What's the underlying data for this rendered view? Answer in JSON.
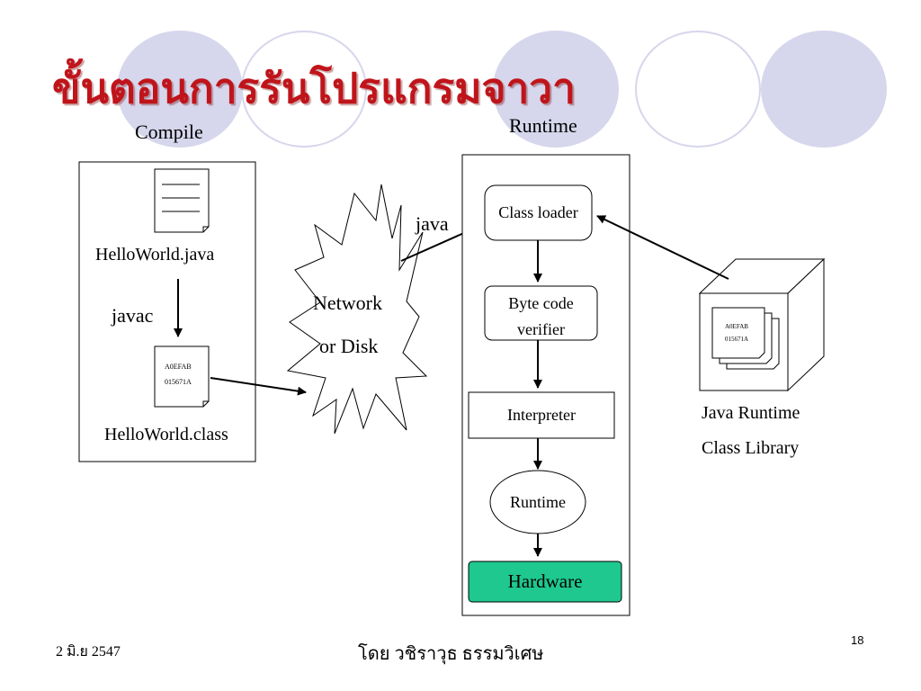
{
  "slide": {
    "title": "ขั้นตอนการรันโปรแกรมจาวา",
    "date": "2 มิ.ย 2547",
    "author": "โดย วชิราวุธ ธรรมวิเศษ",
    "page_number": "18"
  },
  "compile": {
    "heading": "Compile",
    "source_file": "HelloWorld.java",
    "compiler": "javac",
    "bytecode_lines": [
      "A0EFAB",
      "015671A"
    ],
    "class_file": "HelloWorld.class"
  },
  "network": {
    "line1": "Network",
    "line2": "or Disk"
  },
  "runtime": {
    "heading": "Runtime",
    "launcher": "java",
    "class_loader": "Class loader",
    "verifier_line1": "Byte code",
    "verifier_line2": "verifier",
    "interpreter": "Interpreter",
    "runtime_node": "Runtime",
    "hardware": "Hardware"
  },
  "library": {
    "bytecode_lines": [
      "A0EFAB",
      "015671A"
    ],
    "label_line1": "Java Runtime",
    "label_line2": "Class Library"
  },
  "colors": {
    "title": "#c0141b",
    "decor_circle": "#d6d6ec",
    "hardware_fill": "#1ec88f"
  }
}
